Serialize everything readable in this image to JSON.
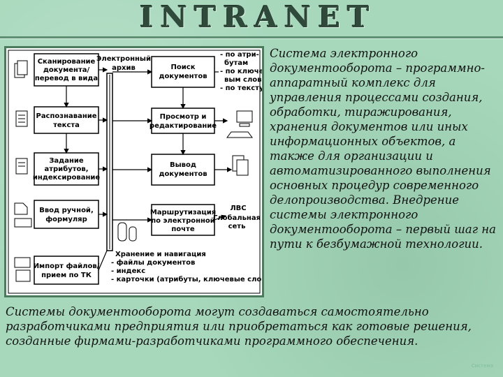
{
  "banner": {
    "title": "INTRANET"
  },
  "diagram": {
    "boxes": {
      "scan": [
        "Сканирование",
        "документа/",
        "перевод в вида"
      ],
      "archive": [
        "Электронный",
        "архив"
      ],
      "search": [
        "Поиск",
        "документов"
      ],
      "search_by": [
        "- по атри-",
        "бутам",
        "- по ключе-",
        "вым словам",
        "- по тексту"
      ],
      "recognize": [
        "Распознавание",
        "текста"
      ],
      "view": [
        "Просмотр и",
        "редактирование"
      ],
      "attrs": [
        "Задание",
        "атрибутов,",
        "индексирование"
      ],
      "output": [
        "Вывод",
        "документов"
      ],
      "manual": [
        "Ввод ручной,",
        "формуляр"
      ],
      "routing": [
        "Маршрутизация",
        "по электронной",
        "почте"
      ],
      "network": [
        "ЛВС",
        "Глобальная",
        "сеть"
      ],
      "import": [
        "Импорт файлов/",
        "прием по ТК"
      ],
      "storage": [
        "Хранение и навигация",
        "- файлы документов",
        "- индекс",
        "- карточки (атрибуты, ключевые слова)"
      ]
    }
  },
  "side_text": "Система электронного документооборота – программно-аппаратный комплекс для управления процессами создания, обработки, тиражирования, хранения документов или иных информационных объектов, а также для организации и автоматизированного выполнения основных процедур современного делопроизводства. Внедрение системы электронного документооборота – первый шаг на пути к безбумажной технологии.",
  "bottom_text": "Системы документооборота могут создаваться самостоятельно разработчиками предприятия или приобретаться как готовые решения, созданные фирмами-разработчиками программного обеспечения.",
  "corner_label": "Система",
  "colors": {
    "background": "#a7d8bc",
    "frame": "#4b7a5d",
    "banner": "#2f4a3a"
  }
}
